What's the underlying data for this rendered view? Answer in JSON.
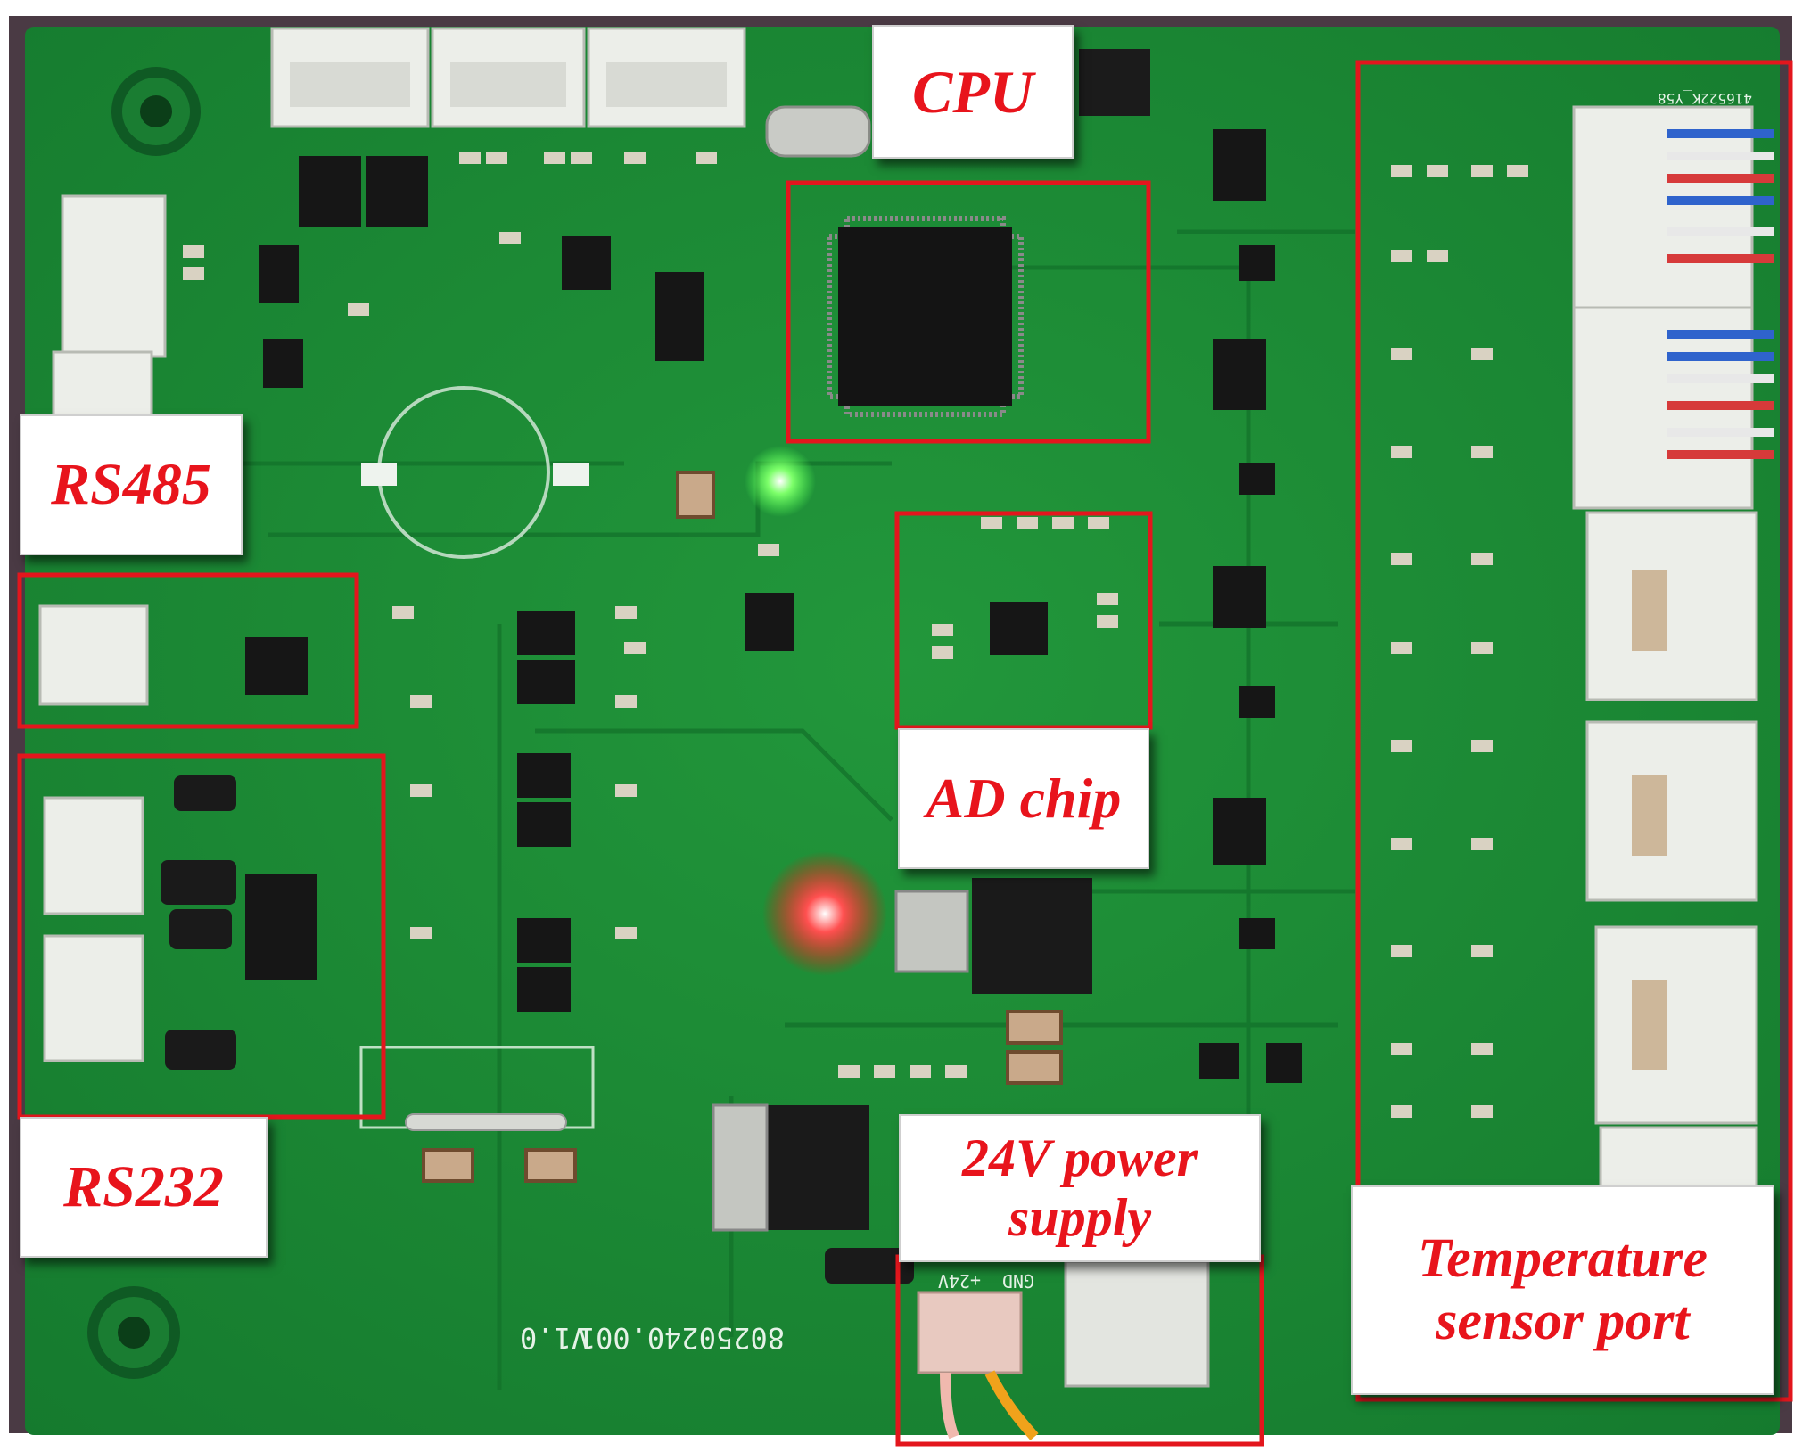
{
  "labels": {
    "cpu": "CPU",
    "rs485": "RS485",
    "rs232": "RS232",
    "ad_chip": "AD chip",
    "power_line1": "24V power",
    "power_line2": "supply",
    "temp_line1": "Temperature",
    "temp_line2": "sensor port"
  },
  "silkscreen": {
    "board_id": "80250240.001",
    "version": "V1.0",
    "plus24v": "+24V",
    "gnd": "GND",
    "top_right_code": "416522K_Y58"
  },
  "colors": {
    "pcb": "#1d8a35",
    "pcb_dark": "#13652a",
    "highlight_box": "#e3161d",
    "label_text": "#e8141c",
    "connector": "#e9ebe6",
    "chip": "#1a1a1a"
  }
}
